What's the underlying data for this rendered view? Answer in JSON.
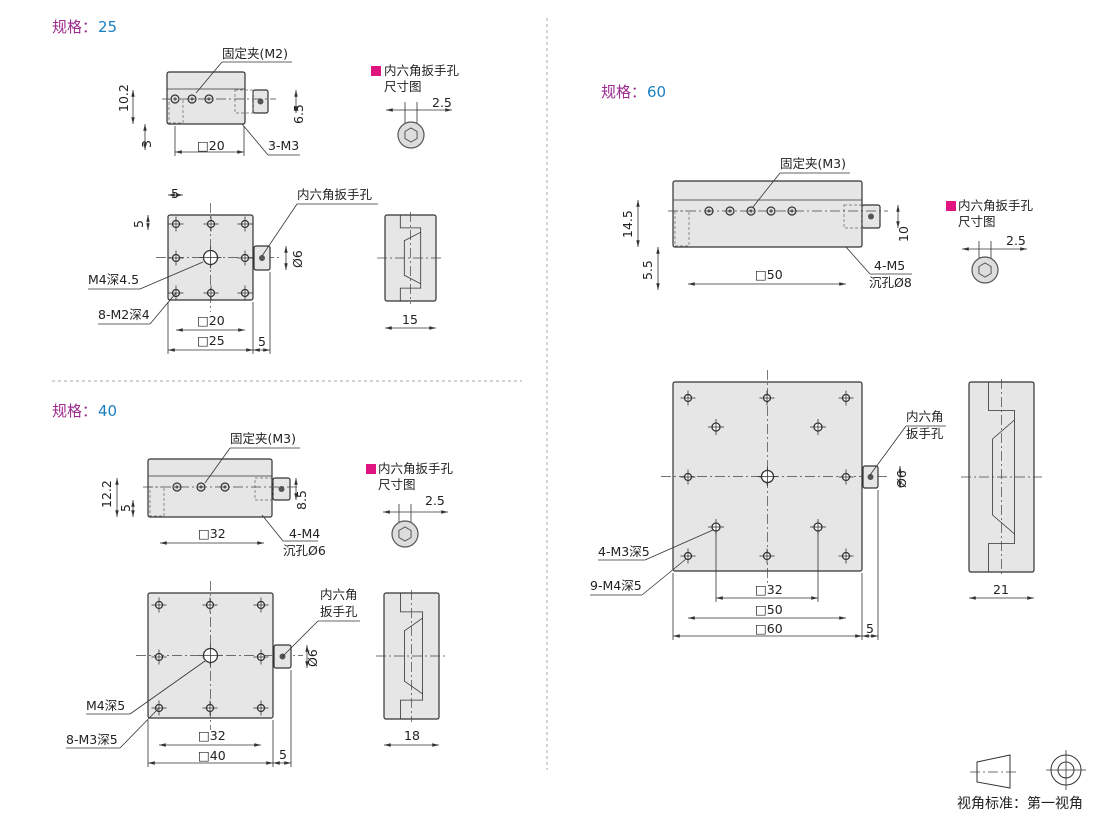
{
  "spec_prefix": "规格：",
  "hex_title": "内六角扳手孔",
  "hex_sub": "尺寸图",
  "hex_dim": "2.5",
  "s25": {
    "size": "25",
    "clamp": "固定夹(M2)",
    "h_total": "10.2",
    "h_low": "3",
    "sq20": "□20",
    "h_knob": "6.5",
    "thread": "3-M3",
    "top_dim5a": "5",
    "top_dim5b": "5",
    "knob_label": "内六角扳手孔",
    "dia": "Ø6",
    "center_hole": "M4深4.5",
    "holes": "8-M2深4",
    "sq20b": "□20",
    "sq25": "□25",
    "offset": "5",
    "side_w": "15"
  },
  "s40": {
    "size": "40",
    "clamp": "固定夹(M3)",
    "h_total": "12.2",
    "h_low": "5",
    "h_knob": "8.5",
    "sq32": "□32",
    "thread": "4-M4",
    "cbore": "沉孔Ø6",
    "knob_label1": "内六角",
    "knob_label2": "扳手孔",
    "dia": "Ø6",
    "center_hole": "M4深5",
    "holes": "8-M3深5",
    "sq32b": "□32",
    "sq40": "□40",
    "offset": "5",
    "side_w": "18"
  },
  "s60": {
    "size": "60",
    "clamp": "固定夹(M3)",
    "h_total": "14.5",
    "h_low": "5.5",
    "h_knob": "10",
    "sq50": "□50",
    "thread": "4-M5",
    "cbore": "沉孔Ø8",
    "knob_label1": "内六角",
    "knob_label2": "扳手孔",
    "dia": "Ø6",
    "holes_small": "4-M3深5",
    "holes_big": "9-M4深5",
    "sq32": "□32",
    "sq50b": "□50",
    "sq60": "□60",
    "offset": "5",
    "side_w": "21"
  },
  "legend": "视角标准：第一视角",
  "colors": {
    "title": "#9b2a8c",
    "number": "#1a7fc1",
    "marker": "#e0157f",
    "fill": "#e6e6e6"
  }
}
